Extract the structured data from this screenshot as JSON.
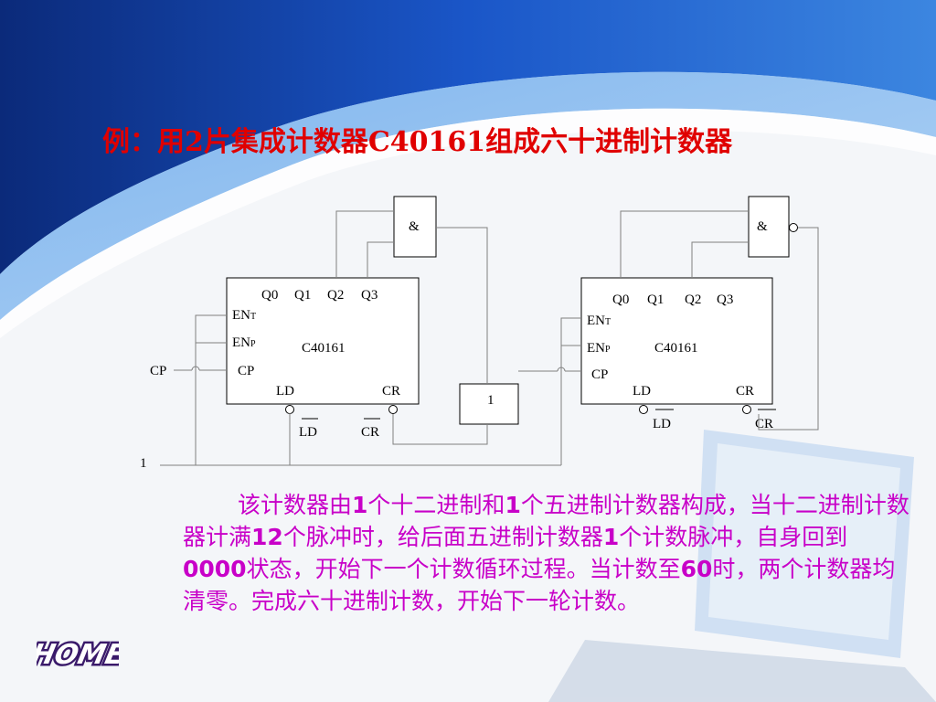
{
  "slide": {
    "title": "例：用2片集成计数器C40161组成六十进制计数器",
    "colors": {
      "title": "#e00000",
      "paragraph": "#c800c8",
      "wire": "#808080",
      "component": "#000000"
    }
  },
  "paragraph": {
    "segments": [
      "该计数器由",
      "1",
      "个十二进制和",
      "1",
      "个五进制计数器构成，当十二进制计数器计满",
      "12",
      "个脉冲时，给后面五进制计数器",
      "1",
      "个计数脉冲，自身回到",
      "0000",
      "状态，开始下一个计数循环过程。当计数至",
      "60",
      "时，两个计数器均清零。完成六十进制计数，开始下一轮计数。"
    ]
  },
  "circuit": {
    "chips": [
      {
        "name": "C40161",
        "pins": {
          "q0": "Q0",
          "q1": "Q1",
          "q2": "Q2",
          "q3": "Q3",
          "ent": "EN",
          "ent_sub": "T",
          "enp": "EN",
          "enp_sub": "P",
          "cp": "CP",
          "ld": "LD",
          "cr": "CR"
        }
      },
      {
        "name": "C40161",
        "pins": {
          "q0": "Q0",
          "q1": "Q1",
          "q2": "Q2",
          "q3": "Q3",
          "ent": "EN",
          "ent_sub": "T",
          "enp": "EN",
          "enp_sub": "P",
          "cp": "CP",
          "ld": "LD",
          "cr": "CR"
        }
      }
    ],
    "gates": {
      "and1": "&",
      "and2": "&",
      "inverter": "1"
    },
    "labels": {
      "cp_input": "CP",
      "logic_one": "1",
      "ld_bar_1": "LD",
      "cr_bar_1": "CR",
      "ld_bar_2": "LD",
      "cr_bar_2": "CR"
    }
  },
  "logo": {
    "text": "HOME",
    "icon": "home-logo-icon"
  }
}
